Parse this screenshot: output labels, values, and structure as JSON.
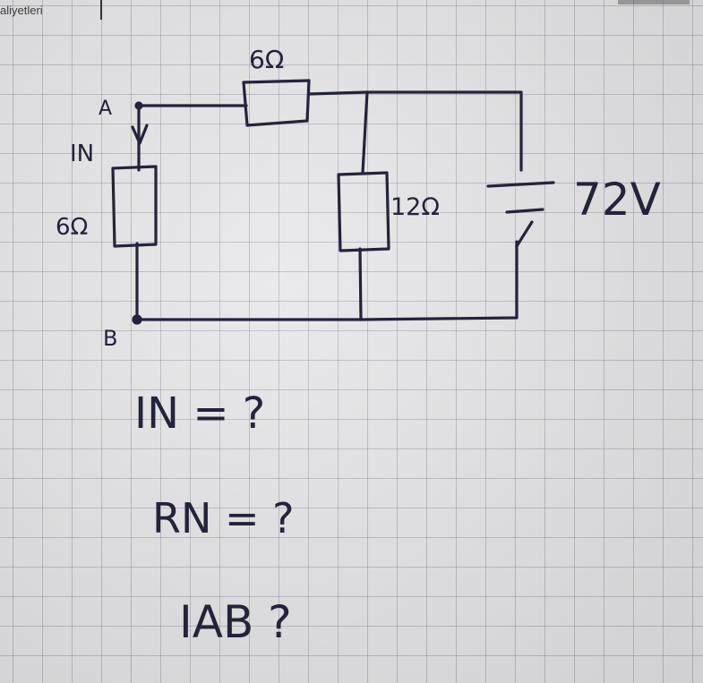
{
  "header": {
    "text": "aliyetleri"
  },
  "circuit": {
    "node_a": "A",
    "node_b": "B",
    "current_label": "IN",
    "r_top": "6Ω",
    "r_left": "6Ω",
    "r_middle": "12Ω",
    "source": "72V"
  },
  "questions": {
    "q1": "IN = ?",
    "q2": "RN = ?",
    "q3": "IAB ?"
  },
  "colors": {
    "ink": "#23233a",
    "paper": "#e8e7e9",
    "grid": "#8a8a98"
  }
}
